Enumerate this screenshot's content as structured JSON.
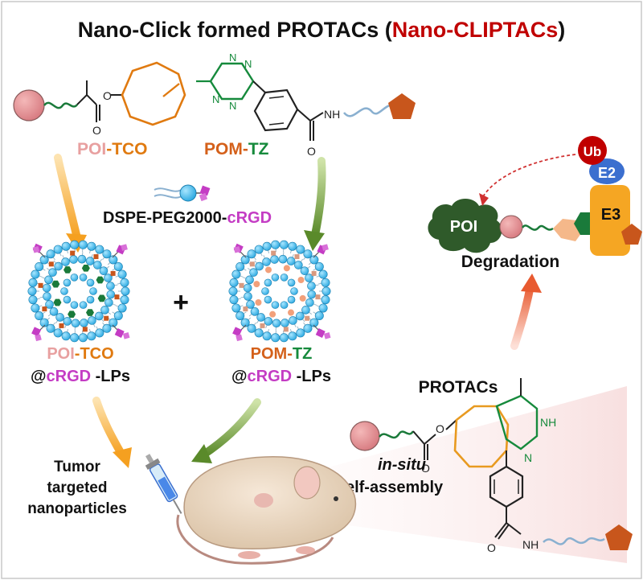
{
  "title": {
    "prefix": "Nano-Click formed PROTACs (",
    "highlight": "Nano-CLIPTACs",
    "suffix": ")"
  },
  "molecules": {
    "poi_tco": {
      "part1": "POI",
      "separator": "-",
      "part2": "TCO"
    },
    "pom_tz": {
      "part1": "POM",
      "separator": "-",
      "part2": "TZ",
      "nh_label": "NH",
      "o_label": "O"
    },
    "tz_ring_labels": [
      "N",
      "N",
      "N",
      "N"
    ],
    "ester_o_labels": [
      "O",
      "O"
    ]
  },
  "lipid": {
    "part1": "DSPE-PEG2000-",
    "part2": "cRGD"
  },
  "liposomes": {
    "poi": {
      "part1": "POI",
      "separator": "-",
      "part2": "TCO",
      "line2_prefix": "@",
      "line2_highlight": "cRGD",
      "line2_suffix": " -LPs"
    },
    "pom": {
      "part1": "POM",
      "separator": "-",
      "part2": "TZ",
      "line2_prefix": "@",
      "line2_highlight": "cRGD",
      "line2_suffix": " -LPs"
    },
    "plus": "+"
  },
  "degradation": {
    "poi_label": "POI",
    "ub_label": "Ub",
    "e2_label": "E2",
    "e3_label": "E3",
    "caption": "Degradation"
  },
  "protac": {
    "title": "PROTACs",
    "in_situ": "in-situ",
    "self_assembly": "self-assembly",
    "o_labels": [
      "O",
      "O"
    ],
    "nh_label": "NH",
    "n_label": "N",
    "bottom_o": "O",
    "bottom_nh": "NH"
  },
  "tumor_label": [
    "Tumor",
    "targeted",
    "nanoparticles"
  ],
  "colors": {
    "title_red": "#c00000",
    "poi_pink": "#e88a8a",
    "tco_orange": "#e07a10",
    "pom_orange": "#d4601a",
    "tz_green": "#168a3c",
    "crgd_magenta": "#c43cc4",
    "bead_blue": "#3cb8e8",
    "poi_cloud": "#2f5a2a",
    "ub_red": "#c00000",
    "e2_blue": "#3b6fcf",
    "e3_orange": "#f5a623",
    "pentagon_brown": "#c8561c",
    "hexagon_green": "#1a7a3a"
  }
}
